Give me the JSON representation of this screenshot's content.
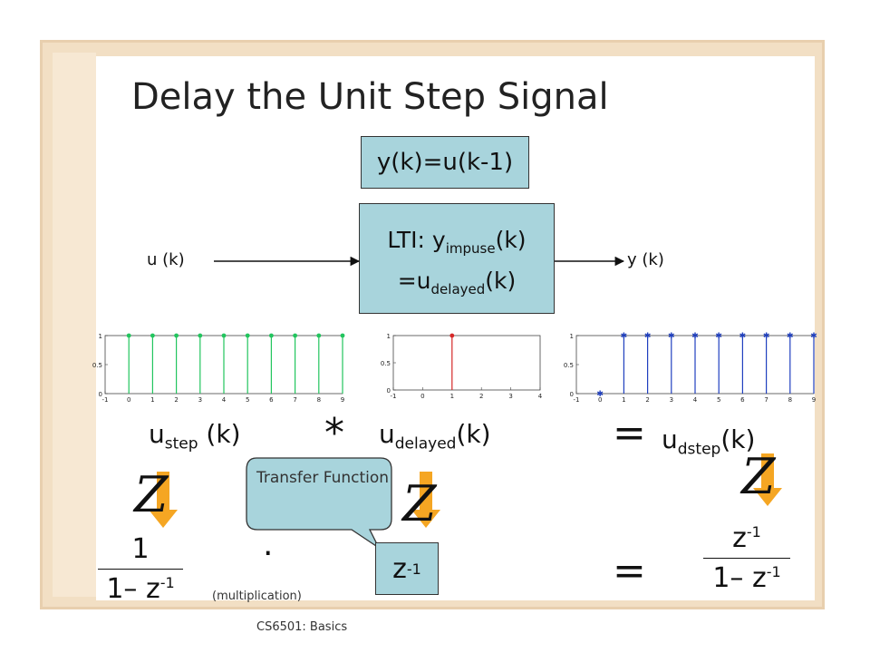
{
  "slide": {
    "title": "Delay the Unit Step Signal",
    "equation": "y(k)=u(k-1)",
    "lti_line1_pre": "LTI: y",
    "lti_line1_sub": "impuse",
    "lti_line1_post": "(k)",
    "lti_line2_pre": "=u",
    "lti_line2_sub": "delayed",
    "lti_line2_post": "(k)",
    "input_label": "u (k)",
    "output_label": "y (k)",
    "ustep_pre": "u",
    "ustep_sub": "step",
    "ustep_post": " (k)",
    "udelayed_pre": "u",
    "udelayed_sub": "delayed",
    "udelayed_post": "(k)",
    "udstep_pre": "u",
    "udstep_sub": "dstep",
    "udstep_post": "(k)",
    "convolution_op": "*",
    "equals_op": "=",
    "z_symbol": "Z",
    "frac_left_num": "1",
    "frac_left_den_pre": "1– z",
    "frac_left_den_sup": "-1",
    "multiplication_dot": "·",
    "multiplication_label": "(multiplication)",
    "transfer_callout": "Transfer Function",
    "transfer_value_pre": "z",
    "transfer_value_sup": "-1",
    "frac_right_num_pre": "z",
    "frac_right_num_sup": "-1",
    "frac_right_den_pre": "1– z",
    "frac_right_den_sup": "-1",
    "footer": "CS6501: Basics"
  },
  "colors": {
    "box_fill": "#a8d4dc",
    "step_stem": "#22c55e",
    "delayed_stem": "#d62828",
    "dstep_stem": "#1f3fbf",
    "arrow_orange": "#f5a623"
  },
  "chart_data": [
    {
      "type": "scatter",
      "x": [
        0,
        1,
        2,
        3,
        4,
        5,
        6,
        7,
        8,
        9
      ],
      "y": [
        1,
        1,
        1,
        1,
        1,
        1,
        1,
        1,
        1,
        1
      ],
      "xlim": [
        -1,
        9
      ],
      "ylim": [
        0,
        1
      ],
      "xticks": [
        "-1",
        "0",
        "1",
        "2",
        "3",
        "4",
        "5",
        "6",
        "7",
        "8",
        "9"
      ],
      "yticks": [
        "0",
        "0.5",
        "1"
      ]
    },
    {
      "type": "scatter",
      "x": [
        1
      ],
      "y": [
        1
      ],
      "xlim": [
        -1,
        4
      ],
      "ylim": [
        0,
        1
      ],
      "xticks": [
        "-1",
        "0",
        "1",
        "2",
        "3",
        "4"
      ],
      "yticks": [
        "0",
        "0.5",
        "1"
      ]
    },
    {
      "type": "scatter",
      "x": [
        0,
        1,
        2,
        3,
        4,
        5,
        6,
        7,
        8,
        9
      ],
      "y": [
        0,
        1,
        1,
        1,
        1,
        1,
        1,
        1,
        1,
        1
      ],
      "xlim": [
        -1,
        9
      ],
      "ylim": [
        0,
        1
      ],
      "xticks": [
        "-1",
        "0",
        "1",
        "2",
        "3",
        "4",
        "5",
        "6",
        "7",
        "8",
        "9"
      ],
      "yticks": [
        "0",
        "0.5",
        "1"
      ]
    }
  ]
}
